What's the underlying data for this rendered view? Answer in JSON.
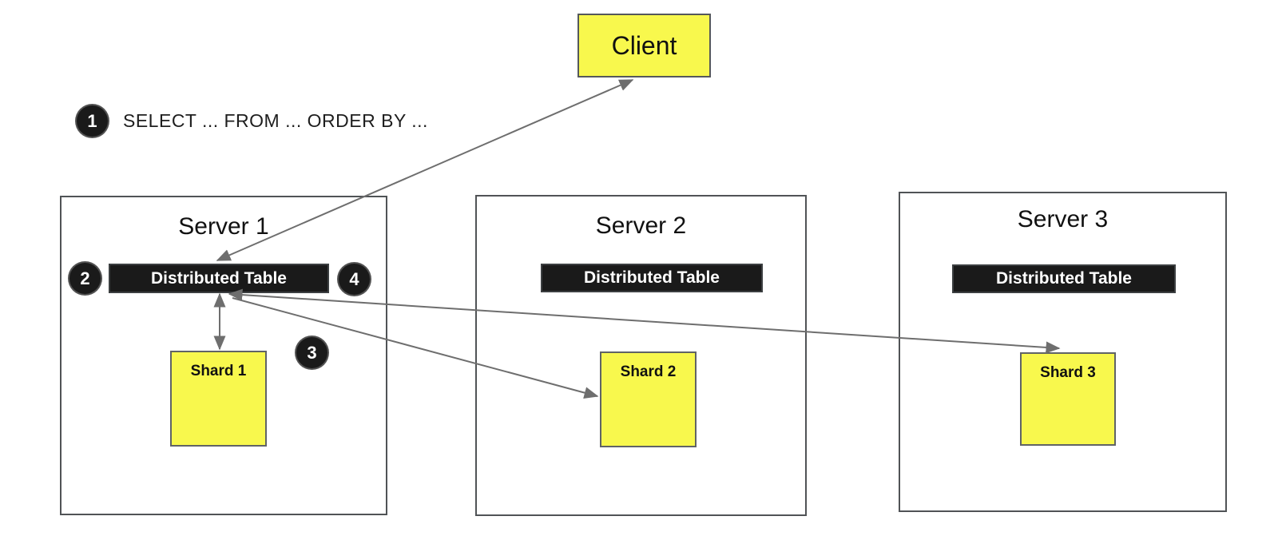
{
  "client": {
    "label": "Client"
  },
  "annotation": {
    "text": "SELECT ... FROM ... ORDER BY ..."
  },
  "badges": {
    "step1": "1",
    "step2": "2",
    "step3": "3",
    "step4": "4"
  },
  "servers": [
    {
      "title": "Server 1",
      "table": "Distributed Table",
      "shard": "Shard 1"
    },
    {
      "title": "Server 2",
      "table": "Distributed Table",
      "shard": "Shard 2"
    },
    {
      "title": "Server 3",
      "table": "Distributed Table",
      "shard": "Shard 3"
    }
  ],
  "colors": {
    "yellow": "#F8F84D",
    "node_black": "#1a1a1a",
    "border_gray": "#55585b",
    "arrow_gray": "#6e6e6e"
  }
}
